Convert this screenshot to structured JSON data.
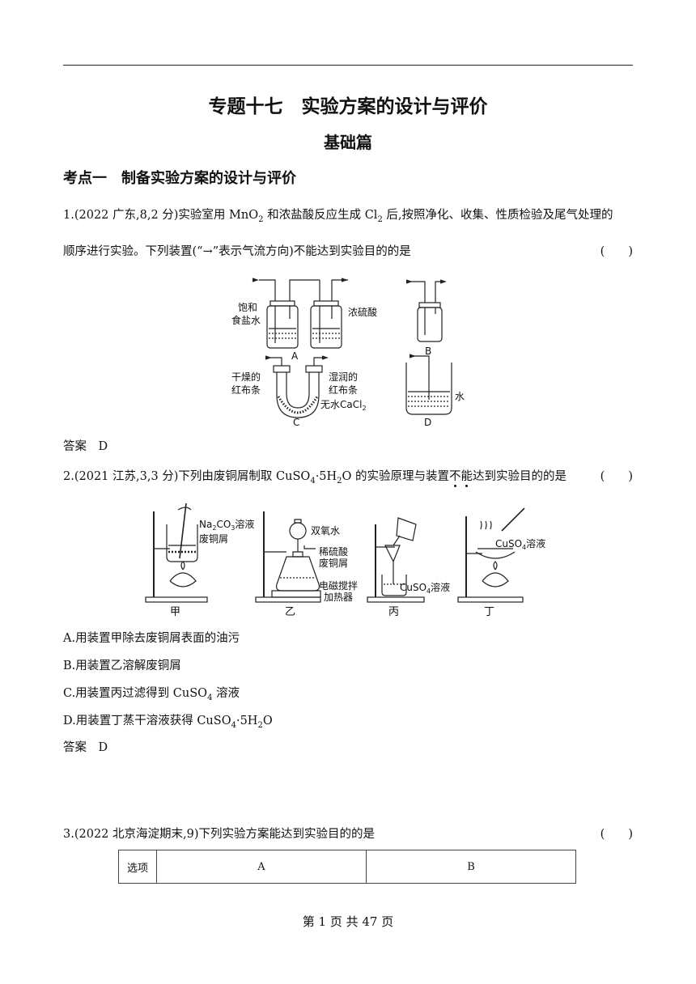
{
  "title": "专题十七　实验方案的设计与评价",
  "subtitle": "基础篇",
  "section": "考点一　制备实验方案的设计与评价",
  "q1": {
    "text_a": "1.(2022 广东,8,2 分)实验室用 MnO",
    "sub_a": "2",
    "text_b": " 和浓盐酸反应生成 Cl",
    "sub_b": "2",
    "text_c": " 后,按照净化、收集、性质检验及尾气处理的",
    "line2": "顺序进行实验。下列装置(“→”表示气流方向)不能达到实验目的的是",
    "paren": "(　　)",
    "fig": {
      "a_label1": "饱和",
      "a_label2": "食盐水",
      "a_label3": "浓硫酸",
      "a_caption": "A",
      "b_caption": "B",
      "c_label1": "干燥的",
      "c_label2": "红布条",
      "c_label3": "湿润的",
      "c_label4": "红布条",
      "c_label5": "无水CaCl",
      "c_label5_sub": "2",
      "c_caption": "C",
      "d_label": "水",
      "d_caption": "D"
    },
    "answer": "答案　D"
  },
  "q2": {
    "text_a": "2.(2021 江苏,3,3 分)下列由废铜屑制取 CuSO",
    "sub_a": "4",
    "text_b": "·5H",
    "sub_b": "2",
    "text_c": "O 的实验原理与装置",
    "dotted1": "不",
    "dotted2": "能",
    "text_d": "达到实验目的的是",
    "paren": "(　　)",
    "fig": {
      "jia_label1": "Na",
      "jia_label1_sub": "2",
      "jia_label1_b": "CO",
      "jia_label1_sub2": "3",
      "jia_label1_c": "溶液",
      "jia_label2": "废铜屑",
      "jia_caption": "甲",
      "yi_label1": "双氧水",
      "yi_label2": "稀硫酸",
      "yi_label3": "废铜屑",
      "yi_label4": "电磁搅拌",
      "yi_label5": "加热器",
      "yi_caption": "乙",
      "bing_label": "CuSO",
      "bing_label_sub": "4",
      "bing_label_b": "溶液",
      "bing_caption": "丙",
      "ding_label": "CuSO",
      "ding_label_sub": "4",
      "ding_label_b": "溶液",
      "ding_caption": "丁"
    },
    "optA": "A.用装置甲除去废铜屑表面的油污",
    "optB": "B.用装置乙溶解废铜屑",
    "optC_a": "C.用装置丙过滤得到 CuSO",
    "optC_sub": "4",
    "optC_b": " 溶液",
    "optD_a": "D.用装置丁蒸干溶液获得 CuSO",
    "optD_sub": "4",
    "optD_b": "·5H",
    "optD_sub2": "2",
    "optD_c": "O",
    "answer": "答案　D"
  },
  "q3": {
    "text": "3.(2022 北京海淀期末,9)下列实验方案能达到实验目的的是",
    "paren": "(　　)",
    "table": {
      "col0": "选项",
      "col1": "A",
      "col2": "B"
    }
  },
  "footer": "第 1 页 共 47 页"
}
